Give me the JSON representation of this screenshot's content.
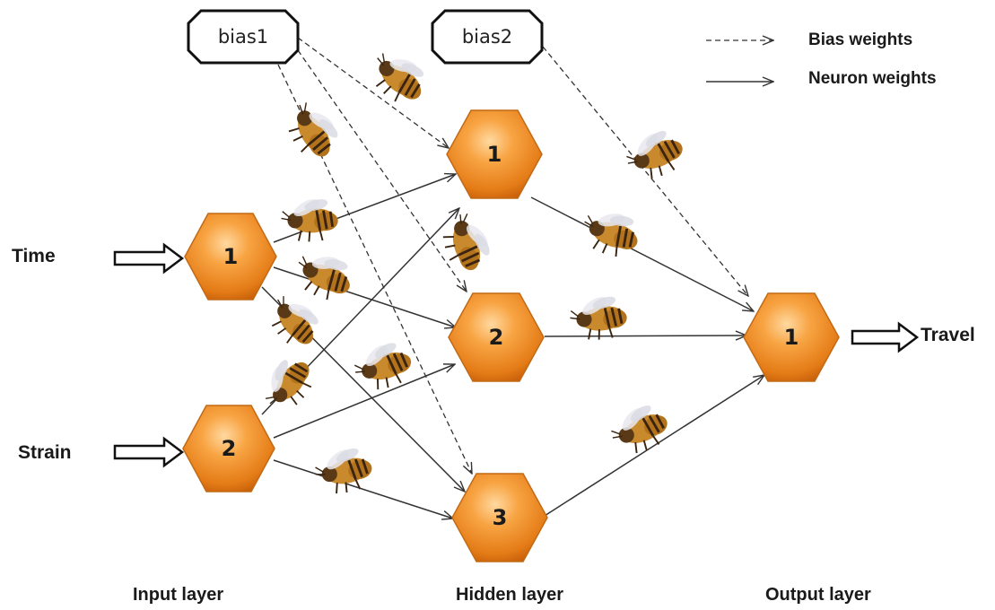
{
  "legend": {
    "bias": "Bias weights",
    "neuron": "Neuron weights"
  },
  "inputs": {
    "time": "Time",
    "strain": "Strain"
  },
  "output_label": "Travel",
  "bias": {
    "b1": "bias1",
    "b2": "bias2"
  },
  "nodes": {
    "in1": "1",
    "in2": "2",
    "h1": "1",
    "h2": "2",
    "h3": "3",
    "out1": "1"
  },
  "layers": {
    "input": "Input layer",
    "hidden": "Hidden layer",
    "output": "Output layer"
  },
  "colors": {
    "node_fill_light": "#FFC77A",
    "node_fill_mid": "#F5962F",
    "node_fill_dark": "#D56A0E",
    "line": "#333333"
  },
  "decorations": {
    "bee_icon": "honeybee-icon"
  }
}
